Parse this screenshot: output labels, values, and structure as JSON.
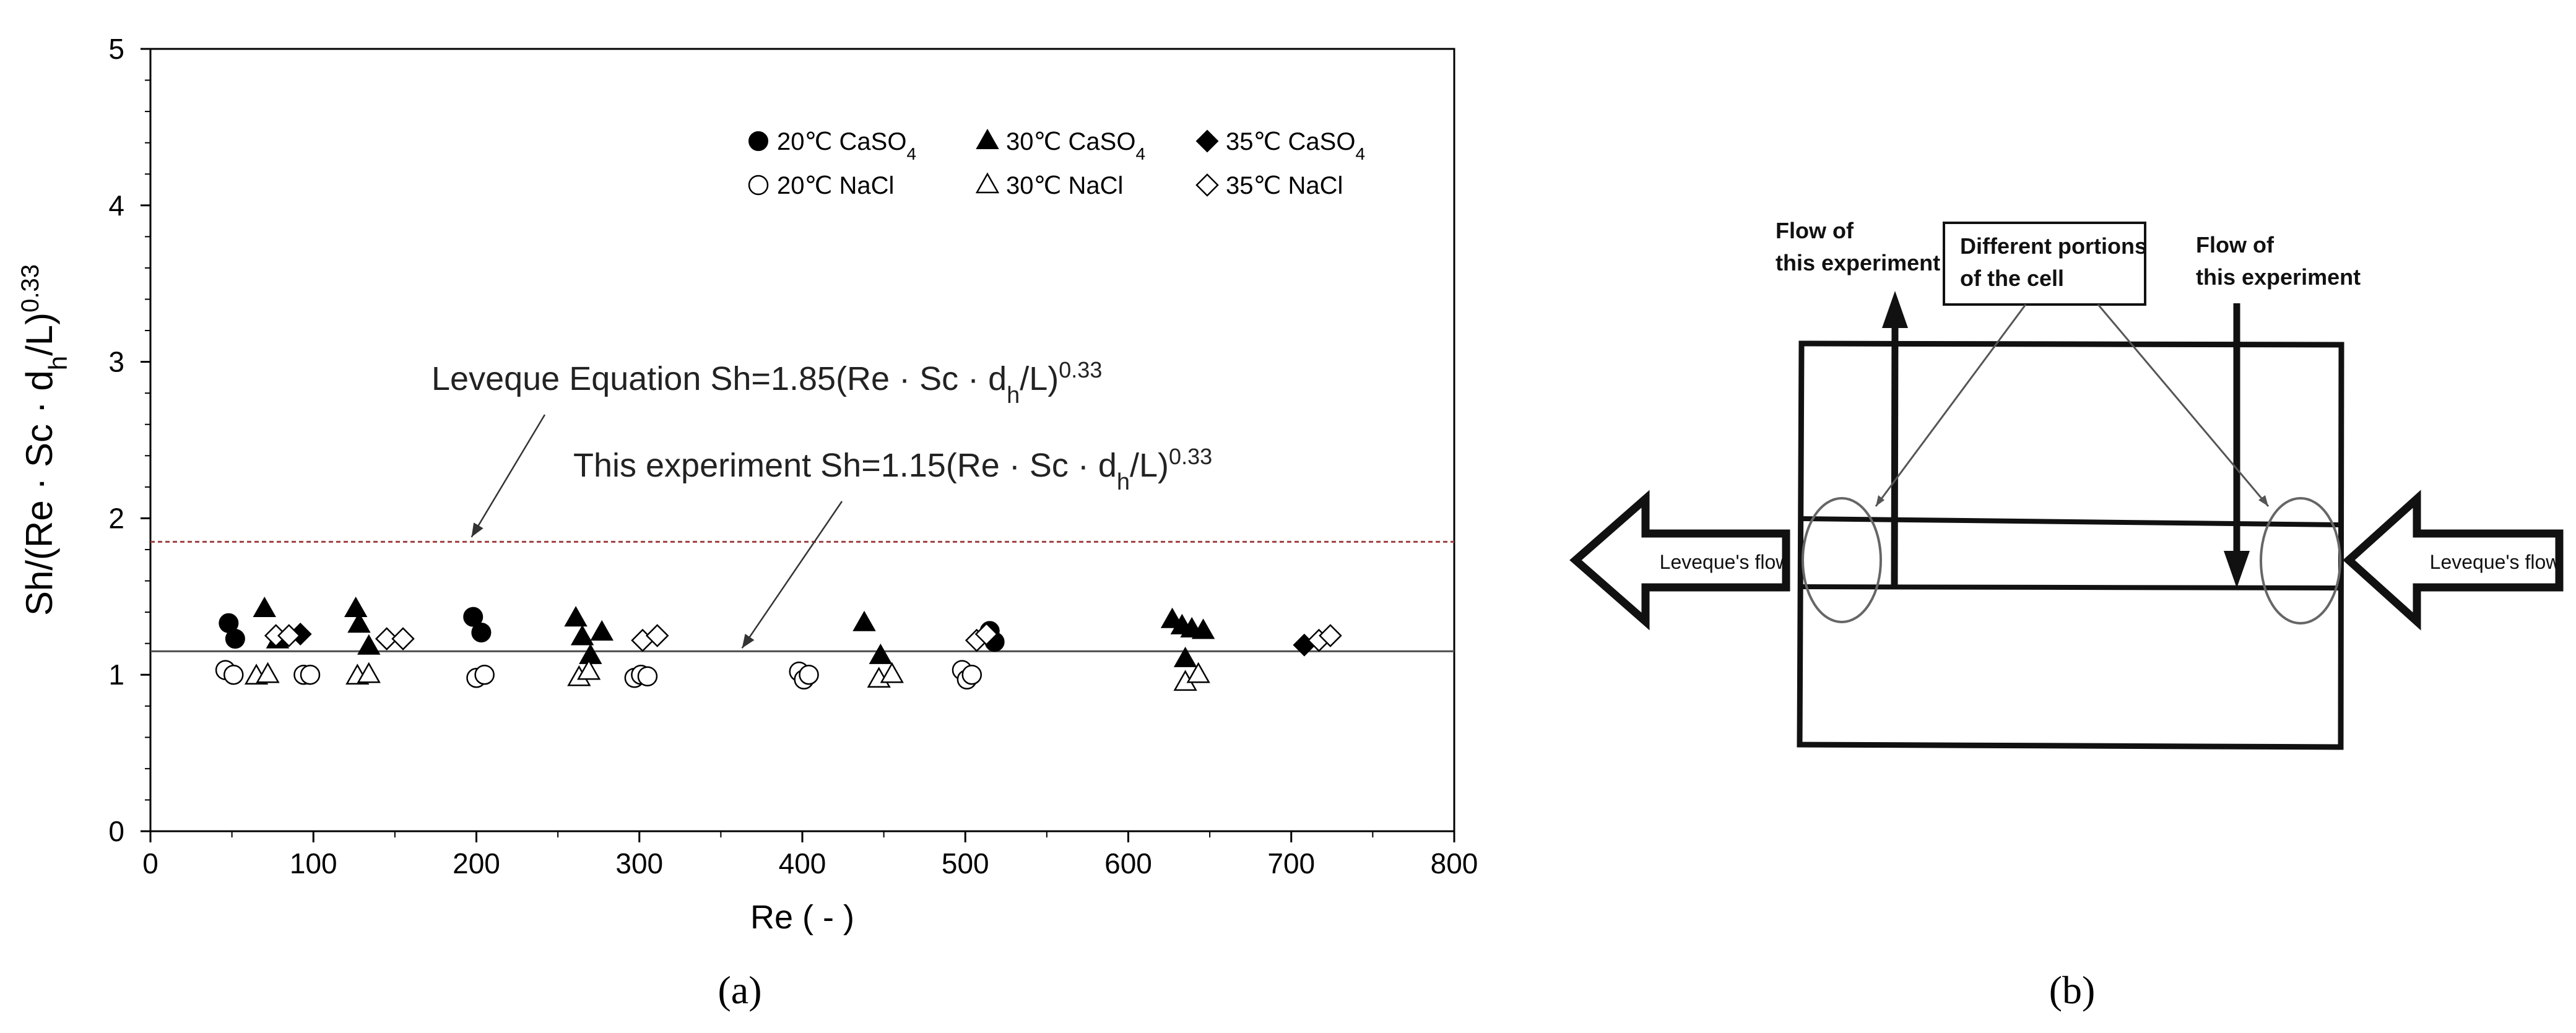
{
  "chart_data": [
    {
      "type": "scatter",
      "panel_label": "(a)",
      "xlabel": "Re ( - )",
      "ylabel": "Sh/(Re · Sc · d_h/L)^0.33",
      "xlim": [
        0,
        800
      ],
      "ylim": [
        0,
        5
      ],
      "x_ticks": [
        0,
        100,
        200,
        300,
        400,
        500,
        600,
        700,
        800
      ],
      "y_ticks": [
        0,
        1,
        2,
        3,
        4,
        5
      ],
      "x_tick_labels": [
        "0",
        "100",
        "200",
        "300",
        "400",
        "500",
        "600",
        "700",
        "800"
      ],
      "y_tick_labels": [
        "0",
        "1",
        "2",
        "3",
        "4",
        "5"
      ],
      "grid": false,
      "legend_position": "top-right",
      "series": [
        {
          "name": "20℃ CaSO₄",
          "marker": "circle-filled",
          "x": [
            48,
            52,
            198,
            203,
            515,
            518
          ],
          "y": [
            1.33,
            1.23,
            1.37,
            1.27,
            1.28,
            1.21
          ]
        },
        {
          "name": "30℃ CaSO₄",
          "marker": "triangle-filled",
          "x": [
            70,
            78,
            126,
            128,
            134,
            261,
            265,
            270,
            277,
            438,
            448,
            627,
            633,
            639,
            646,
            635
          ],
          "y": [
            1.42,
            1.22,
            1.42,
            1.32,
            1.18,
            1.36,
            1.24,
            1.12,
            1.27,
            1.33,
            1.12,
            1.35,
            1.31,
            1.29,
            1.28,
            1.1
          ]
        },
        {
          "name": "35℃ CaSO₄",
          "marker": "diamond-filled",
          "x": [
            92,
            708
          ],
          "y": [
            1.26,
            1.19
          ]
        },
        {
          "name": "20℃ NaCl",
          "marker": "circle-open",
          "x": [
            46,
            51,
            94,
            98,
            200,
            205,
            297,
            301,
            305,
            398,
            401,
            404,
            498,
            501,
            504
          ],
          "y": [
            1.03,
            1.0,
            1.0,
            1.0,
            0.98,
            1.0,
            0.98,
            1.0,
            0.99,
            1.02,
            0.97,
            1.0,
            1.03,
            0.97,
            1.0
          ]
        },
        {
          "name": "30℃ NaCl",
          "marker": "triangle-open",
          "x": [
            65,
            72,
            127,
            134,
            263,
            269,
            447,
            455,
            635,
            643
          ],
          "y": [
            0.99,
            1.0,
            0.99,
            1.0,
            0.98,
            1.02,
            0.97,
            1.0,
            0.95,
            1.0
          ]
        },
        {
          "name": "35℃ NaCl",
          "marker": "diamond-open",
          "x": [
            77,
            85,
            145,
            155,
            302,
            311,
            507,
            513,
            717,
            724
          ],
          "y": [
            1.25,
            1.25,
            1.23,
            1.23,
            1.22,
            1.25,
            1.22,
            1.26,
            1.22,
            1.25
          ]
        }
      ],
      "lines": [
        {
          "name": "Leveque Equation",
          "y": 1.85,
          "style": "dashed",
          "color": "#a04040"
        },
        {
          "name": "This experiment",
          "y": 1.15,
          "style": "solid",
          "color": "#4a4a4a"
        }
      ],
      "annotations": [
        {
          "text_lead": "Leveque Equation  Sh=1.85(Re · Sc · d",
          "sub": "h",
          "text_tail": "/L)",
          "sup": "0.33",
          "arrow_target": {
            "x": 197,
            "y": 1.88
          }
        },
        {
          "text_lead": "This experiment  Sh=1.15(Re · Sc · d",
          "sub": "h",
          "text_tail": "/L)",
          "sup": "0.33",
          "arrow_target": {
            "x": 363,
            "y": 1.17
          }
        }
      ],
      "legend": [
        {
          "label_lead": "20℃ CaSO",
          "sub": "4",
          "marker": "circle-filled"
        },
        {
          "label_lead": "30℃  CaSO",
          "sub": "4",
          "marker": "triangle-filled"
        },
        {
          "label_lead": "35℃ CaSO",
          "sub": "4",
          "marker": "diamond-filled"
        },
        {
          "label_lead": "20℃ NaCl",
          "sub": "",
          "marker": "circle-open"
        },
        {
          "label_lead": "30℃ NaCl",
          "sub": "",
          "marker": "triangle-open"
        },
        {
          "label_lead": "35℃ NaCl",
          "sub": "",
          "marker": "diamond-open"
        }
      ]
    }
  ],
  "ylabel_parts": {
    "lead": "Sh/(Re · Sc · d",
    "sub": "h",
    "tail": "/L)",
    "sup": "0.33"
  },
  "diagram_b": {
    "panel_label": "(b)",
    "flow_left_label_line1": "Flow of",
    "flow_left_label_line2": "this experiment",
    "center_label_line1": "Different portions",
    "center_label_line2": "of the cell",
    "flow_right_label_line1": "Flow of",
    "flow_right_label_line2": "this experiment",
    "leveque_left": "Leveque's flow",
    "leveque_right": "Leveque's flow"
  }
}
